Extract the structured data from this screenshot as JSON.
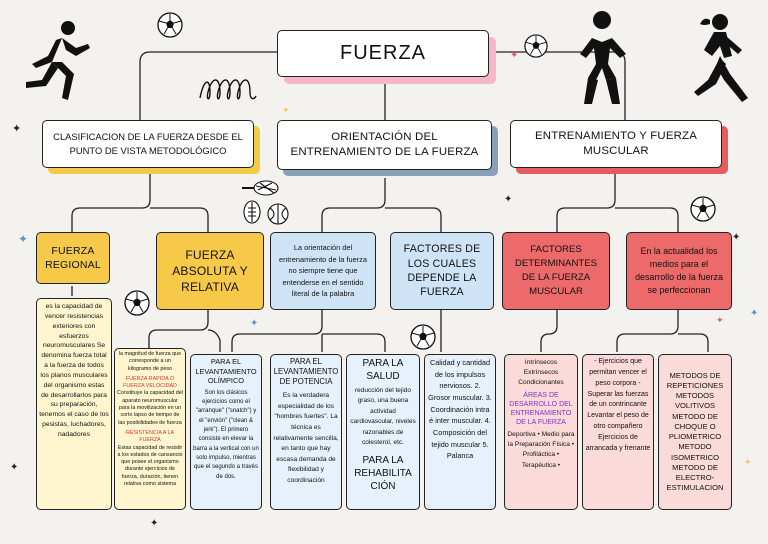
{
  "title": "FUERZA",
  "level1": {
    "clasificacion": "CLASIFICACION DE LA FUERZA DESDE EL PUNTO DE VISTA METODOLÓGICO",
    "orientacion": "ORIENTACIÓN DEL ENTRENAMIENTO DE LA FUERZA",
    "entrenamiento": "ENTRENAMIENTO Y FUERZA MUSCULAR"
  },
  "level2": {
    "regional": "FUERZA REGIONAL",
    "absoluta": "FUERZA ABSOLUTA Y RELATIVA",
    "orientacion_desc": "La orientación del entrenamiento de la fuerza no siempre tiene que entenderse en el sentido literal de la palabra",
    "factores_cuales": "FACTORES DE LOS CUALES DEPENDE LA FUERZA",
    "factores_determinantes": "FACTORES DETERMINANTES DE LA FUERZA MUSCULAR",
    "actualidad": "En la actualidad los medios para el desarrollo de la fuerza se perfeccionan"
  },
  "level3": {
    "regional_desc": "es la capacidad de vencer resistencias exteriores con esfuerzos neuromusculares Se denomina fuerza total a la fuerza de todos los planos musculares del organismo estas de desarrollarlos para su preparación, tenemos el caso de los pesistas, luchadores, nadadores",
    "absoluta_desc": {
      "intro": "la magnitud de fuerza que corresponde a un kilogramo de peso",
      "rapida_title": "FUERZA RAPIDA O FUERZA VELOCIDAD",
      "rapida_text": "Constituye la capacidad del aparato neuromuscular para la movilización en un corto lapso de tiempo de las posibilidades de fuerza",
      "resistencia_title": "RESISTENCIA A LA FUERZA",
      "resistencia_text": "Estas capacidad de resistir a los estados de cansancio que posee el organismo durante ejercicios de fuerza, duración, tienen relativa como sistema"
    },
    "levantamiento_olimpico": {
      "title": "PARA EL LEVANTAMIENTO OLÍMPICO",
      "text": "Son los clásicos ejercicios como el \"arranque\" (\"snatch\") y el \"envión\" (\"clean & jerk\"). El primero consiste en elevar la barra a la vertical con un solo impulso, mientras que el segundo a través de dos."
    },
    "levantamiento_potencia": {
      "title": "PARA EL LEVANTAMIENTO DE POTENCIA",
      "text": "Es la verdadera especialidad de los \"hombres fuertes\". La técnica es relativamente sencilla, en tanto que hay escasa demanda de flexibilidad y coordinación"
    },
    "salud": {
      "title": "PARA LA SALUD",
      "text": "reducción del tejido graso, una buena actividad cardiovascular, niveles razonables de colesterol, etc.",
      "title2": "PARA LA REHABILITA CIÓN"
    },
    "factores_list": "Calidad y cantidad de los impulsos nerviosos. 2. Grosor muscular. 3. Coordinación intra é inter muscular. 4. Composición del tejido muscular 5. Palanca",
    "intrinsecos": {
      "a": "Intrínsecos",
      "b": "Extrínsecos",
      "c": "Condicionantes",
      "areas": "ÁREAS DE DESARROLLO DEL ENTRENAMIENTO DE LA FUERZA",
      "list": "Deportiva • Medio para la Preparación Física • Profiláctica • Terapéutica •"
    },
    "ejercicios": "- Ejercicios que permitan vencer el peso corpora - Superar las fuerzas de un contrincante Levantar el peso de otro compañero Ejercicios de arrancada y frenante",
    "metodos": "METODOS DE REPETICIONES METODOS VOLITIVOS METODO DE CHOQUE O PLIOMETRICO METODO ISOMETRICO METODO DE ELECTRO- ESTIMULACION"
  },
  "icons": [
    "runner-silhouette-icon",
    "volleyball-player-icon",
    "running-woman-icon",
    "soccer-ball-icon",
    "spring-doodle-icon",
    "sports-balls-cluster-icon",
    "star-confetti-icon"
  ],
  "colors": {
    "yellow": "#f6c948",
    "blue": "#cfe3f7",
    "red": "#ec6a6a",
    "pink_shadow": "#f5b8c8"
  }
}
